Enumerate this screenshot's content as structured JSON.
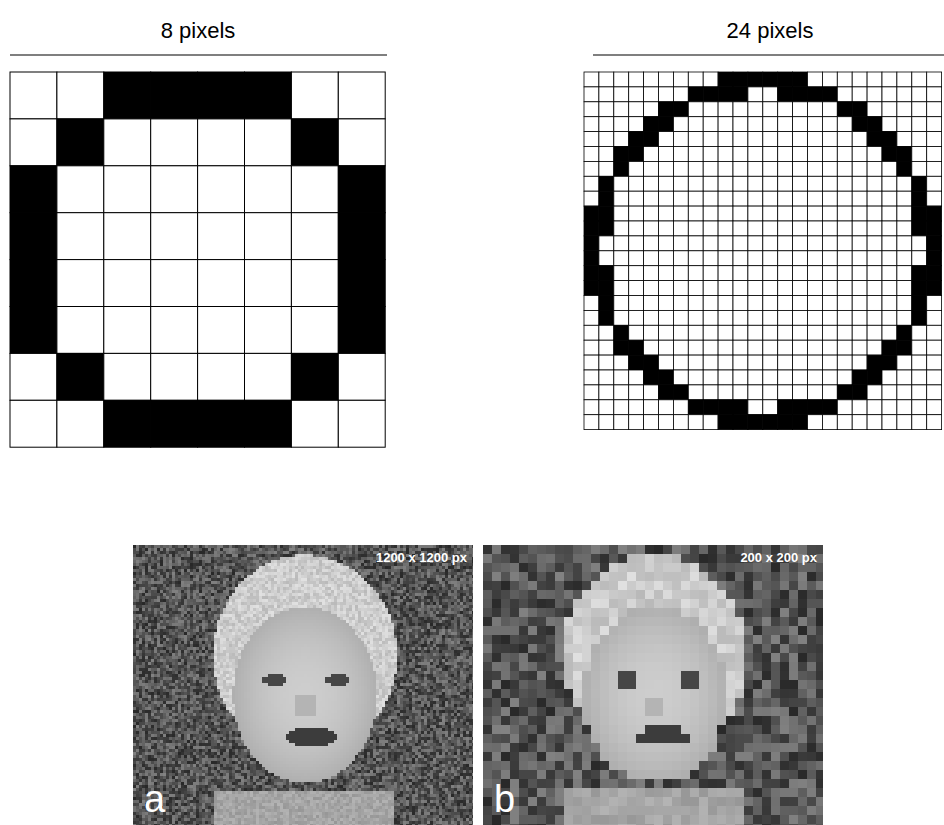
{
  "diagram": {
    "labels": [
      "8 pixels",
      "24 pixels",
      "1200 x 1200 px",
      "a",
      "200 x 200 px",
      "b"
    ]
  }
}
